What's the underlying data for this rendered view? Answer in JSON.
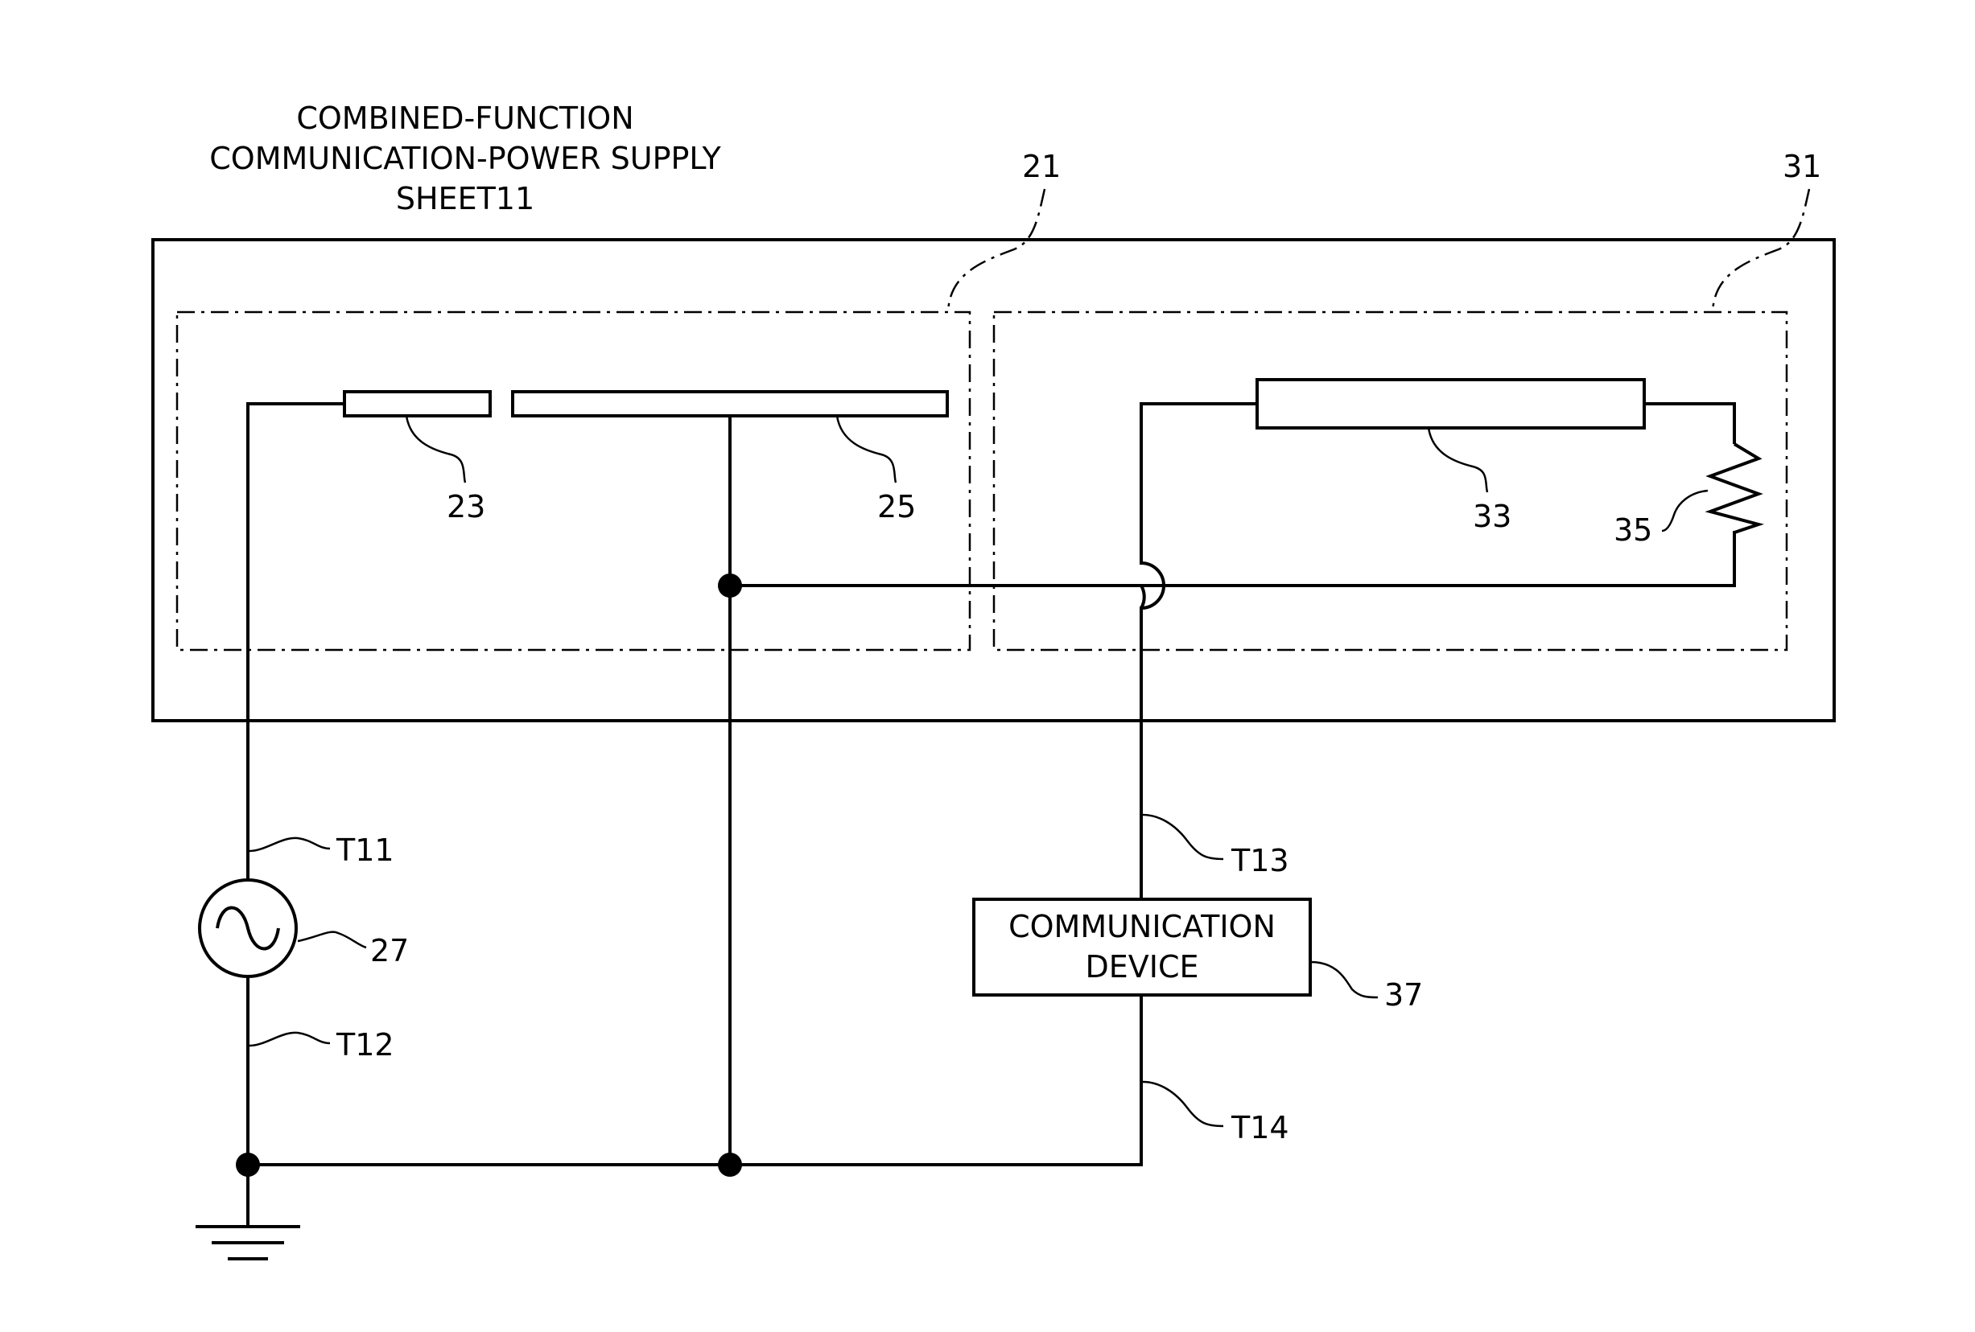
{
  "title": {
    "line1": "COMBINED-FUNCTION",
    "line2": "COMMUNICATION-POWER SUPPLY",
    "line3": "SHEET11"
  },
  "labels": {
    "region_21": "21",
    "region_31": "31",
    "electrode_23": "23",
    "electrode_25": "25",
    "element_33": "33",
    "resistor_35": "35",
    "source_27": "27",
    "device_37": "37",
    "terminal_t11": "T11",
    "terminal_t12": "T12",
    "terminal_t13": "T13",
    "terminal_t14": "T14"
  },
  "device_box": {
    "line1": "COMMUNICATION",
    "line2": "DEVICE"
  },
  "icons": {
    "ac_source": "ac-source-icon",
    "resistor": "resistor-icon",
    "ground": "ground-icon"
  }
}
